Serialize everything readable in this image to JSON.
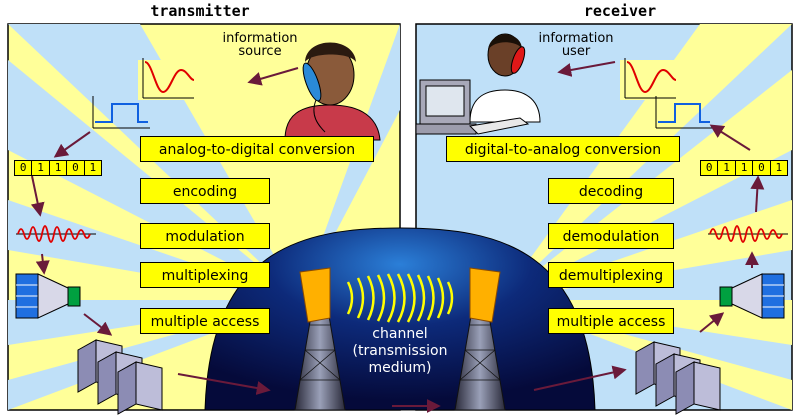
{
  "titles": {
    "transmitter": "transmitter",
    "receiver": "receiver"
  },
  "people": {
    "source": [
      "information",
      "source"
    ],
    "user": [
      "information",
      "user"
    ]
  },
  "transmitter_stages": [
    "analog-to-digital conversion",
    "encoding",
    "modulation",
    "multiplexing",
    "multiple access"
  ],
  "receiver_stages": [
    "digital-to-analog conversion",
    "decoding",
    "demodulation",
    "demultiplexing",
    "multiple access"
  ],
  "bits": [
    "0",
    "1",
    "1",
    "0",
    "1"
  ],
  "channel": [
    "channel",
    "(transmission",
    "medium)"
  ],
  "colors": {
    "panel_yellow": "#ffff99",
    "panel_blue": "#bfe0f8",
    "label_yellow": "#ffff00",
    "dome_dark": "#050a3a",
    "dome_light": "#2b7fd8",
    "arrow": "#6a1a3a",
    "server": "#bdbdd9",
    "mux_blue": "#1f6fe0",
    "mux_green": "#00a040"
  }
}
